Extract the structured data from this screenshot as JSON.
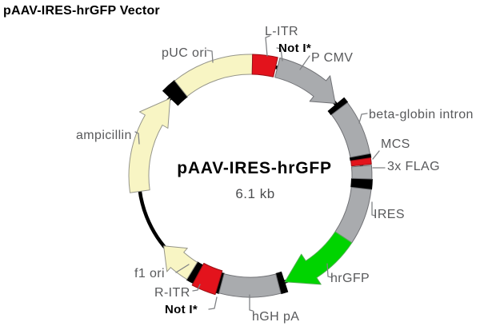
{
  "page_title": "pAAV-IRES-hrGFP Vector",
  "plasmid": {
    "name": "pAAV-IRES-hrGFP",
    "size_label": "6.1 kb"
  },
  "colors": {
    "backbone": "#000000",
    "gray_segment": "#a9abae",
    "gray_outline": "#707175",
    "cream_segment": "#f8f5c4",
    "cream_outline": "#96968a",
    "red_segment": "#e3131c",
    "red_outline": "#9a1016",
    "green_segment": "#00d400",
    "green_outline": "#4fae4f",
    "label_gray": "#58595b",
    "label_black": "#000000",
    "leader": "#808285"
  },
  "features": [
    {
      "id": "puc-ori",
      "label": "pUC ori",
      "type": "band",
      "color": "cream",
      "start": 321.5,
      "end": 361
    },
    {
      "id": "l-itr",
      "label": "L-ITR",
      "type": "band",
      "color": "red",
      "start": 1,
      "end": 13
    },
    {
      "id": "p-cmv",
      "label": "P CMV",
      "type": "arrow",
      "color": "gray",
      "start": 14,
      "end": 49.5,
      "head_start": 38.5,
      "direction": "clockwise"
    },
    {
      "id": "beta-globin-intron",
      "label": "beta-globin intron",
      "type": "band",
      "color": "gray",
      "start": 53,
      "end": 79.5
    },
    {
      "id": "mcs",
      "label": "MCS",
      "type": "band",
      "color": "red",
      "start": 81.5,
      "end": 84.5
    },
    {
      "id": "flag",
      "label": "3x FLAG",
      "type": "band",
      "color": "gray",
      "start": 85,
      "end": 91.5
    },
    {
      "id": "ires",
      "label": "IRES",
      "type": "band",
      "color": "gray",
      "start": 96.5,
      "end": 123.5
    },
    {
      "id": "hrgfp",
      "label": "hrGFP",
      "type": "arrow",
      "color": "green",
      "start": 123.5,
      "end": 162,
      "head_start": 147,
      "direction": "clockwise"
    },
    {
      "id": "hgh-pa",
      "label": "hGH pA",
      "type": "band",
      "color": "gray",
      "start": 165.5,
      "end": 195
    },
    {
      "id": "r-itr",
      "label": "R-ITR",
      "type": "band",
      "color": "red",
      "start": 196.5,
      "end": 208
    },
    {
      "id": "f1-ori",
      "label": "f1 ori",
      "type": "arrow",
      "color": "cream",
      "start": 211.5,
      "end": 231,
      "head_start": 221,
      "direction": "clockwise"
    },
    {
      "id": "ampicillin",
      "label": "ampicillin",
      "type": "arrow",
      "color": "cream",
      "start": 262,
      "end": 314,
      "head_start": 300,
      "direction": "clockwise"
    }
  ],
  "restriction_sites": [
    {
      "id": "noti-top",
      "label": "Not I*"
    },
    {
      "id": "noti-bottom",
      "label": "Not I*"
    }
  ]
}
